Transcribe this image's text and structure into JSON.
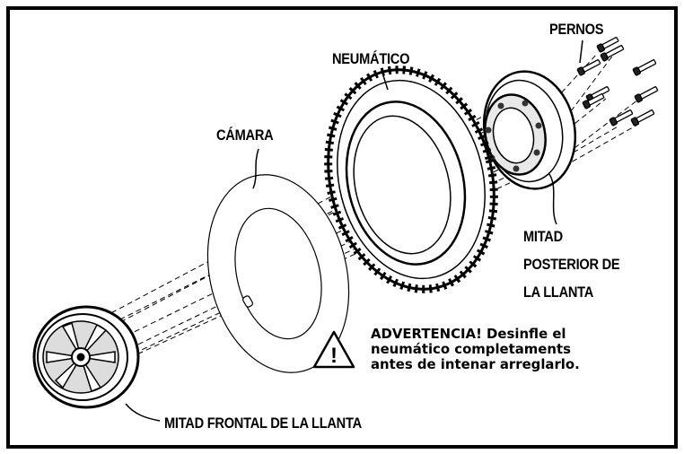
{
  "labels": {
    "bolts": "PERNOS",
    "tire": "NEUMÁTICO",
    "tube": "CÁMARA",
    "rear_rim": [
      "MITAD",
      "POSTERIOR DE",
      "LA LLANTA"
    ],
    "front_rim": "MITAD FRONTAL DE LA LLANTA"
  },
  "warning": {
    "lines": [
      "ADVERTENCIA! Desinfle el",
      "neumático completaments",
      "antes de intenar arreglarlo."
    ],
    "symbol": "!"
  },
  "icons": [
    "warning-triangle-icon"
  ]
}
